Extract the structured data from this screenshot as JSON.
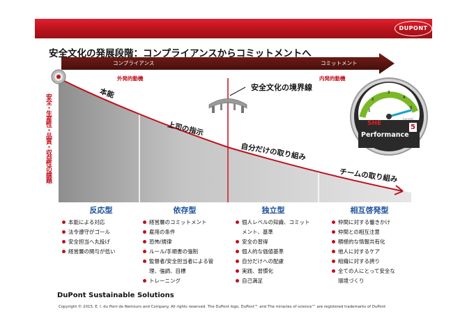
{
  "header": {
    "logo": "DUPONT"
  },
  "title": "安全文化の発展段階：コンプライアンスからコミットメントへ",
  "arrow": {
    "left_label": "コンプライアンス",
    "right_label": "コミットメント"
  },
  "motives": {
    "external": "外発的動機",
    "internal": "内発的動機"
  },
  "side_label": "安全・生産性・品質・収益性の課題",
  "boundary_label": "安全文化の境界線",
  "curve_labels": [
    "本能",
    "上司の指示",
    "自分だけの取り組み",
    "チームの取り組み"
  ],
  "gauge": {
    "she": "SHE",
    "performance": "Performance",
    "level_word": "Level",
    "level": "5",
    "ticks": [
      "1",
      "2",
      "3",
      "4",
      "5"
    ]
  },
  "stages": [
    {
      "name": "反応型",
      "items": [
        "本能による対応",
        "法令遵守がゴール",
        "安全担当へ丸投げ",
        "経営層の関与が低い"
      ]
    },
    {
      "name": "依存型",
      "items": [
        "経営層のコミットメント",
        "雇用の条件",
        "恐怖/規律",
        "ルール/手順書の強制",
        "監督者/安全担当者による管",
        "理、強調、目標",
        "トレーニング"
      ]
    },
    {
      "name": "独立型",
      "items": [
        "個人レベルの知識、コミット",
        "メント、基準",
        "安全の習得",
        "個人的な価値基準",
        "自分だけへの配慮",
        "実践、習慣化",
        "自己満足"
      ]
    },
    {
      "name": "相互啓発型",
      "items": [
        "仲間に対する働きかけ",
        "仲間との相互注意",
        "積極的な情報共有化",
        "他人に対するケア",
        "組織に対する誇り",
        "全ての人にとって安全な",
        "環境づくり"
      ]
    }
  ],
  "footer": {
    "brand": "DuPont Sustainable Solutions",
    "copyright": "Copyright © 2015, E. I. du Pont de Nemours and Company. All rights reserved. The DuPont logo, DuPont™ and The miracles of science™ are registered trademarks of DuPont"
  }
}
